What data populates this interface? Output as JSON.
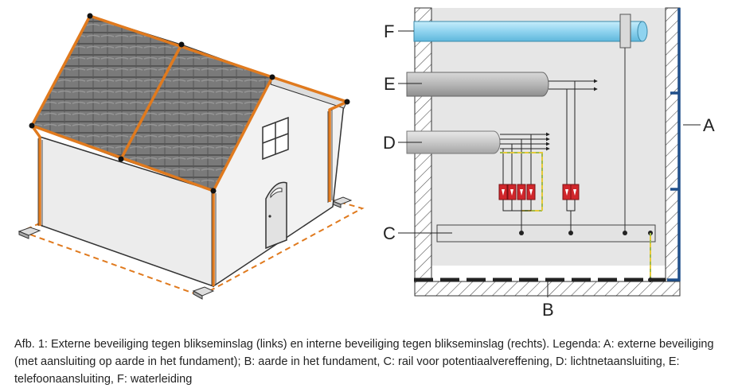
{
  "labels": {
    "a": "A",
    "b": "B",
    "c": "C",
    "d": "D",
    "e": "E",
    "f": "F"
  },
  "caption": "Afb. 1: Externe beveiliging tegen blikseminslag (links) en interne beveiliging tegen blikseminslag (rechts). Legenda: A: externe beveiliging (met aansluiting op aarde in het fundament); B: aarde in het fundament, C: rail voor potentiaalvereffening, D: lichtnetaansluiting, E: telefoonaansluiting, F: waterleiding",
  "colors": {
    "lightning_conductor": "#e07a1e",
    "water_pipe": "#8fd3ef",
    "cable": "#b9b9b9",
    "surge_arrester": "#d0262b",
    "external_conductor": "#1f4f8a",
    "room_background": "#e6e6e6",
    "roof_tiles": "#6e6e6e",
    "earth_wire": "#9fb94a"
  },
  "icons": [
    "house-illustration",
    "surge-arrester-icon",
    "ground-electrode-icon"
  ]
}
